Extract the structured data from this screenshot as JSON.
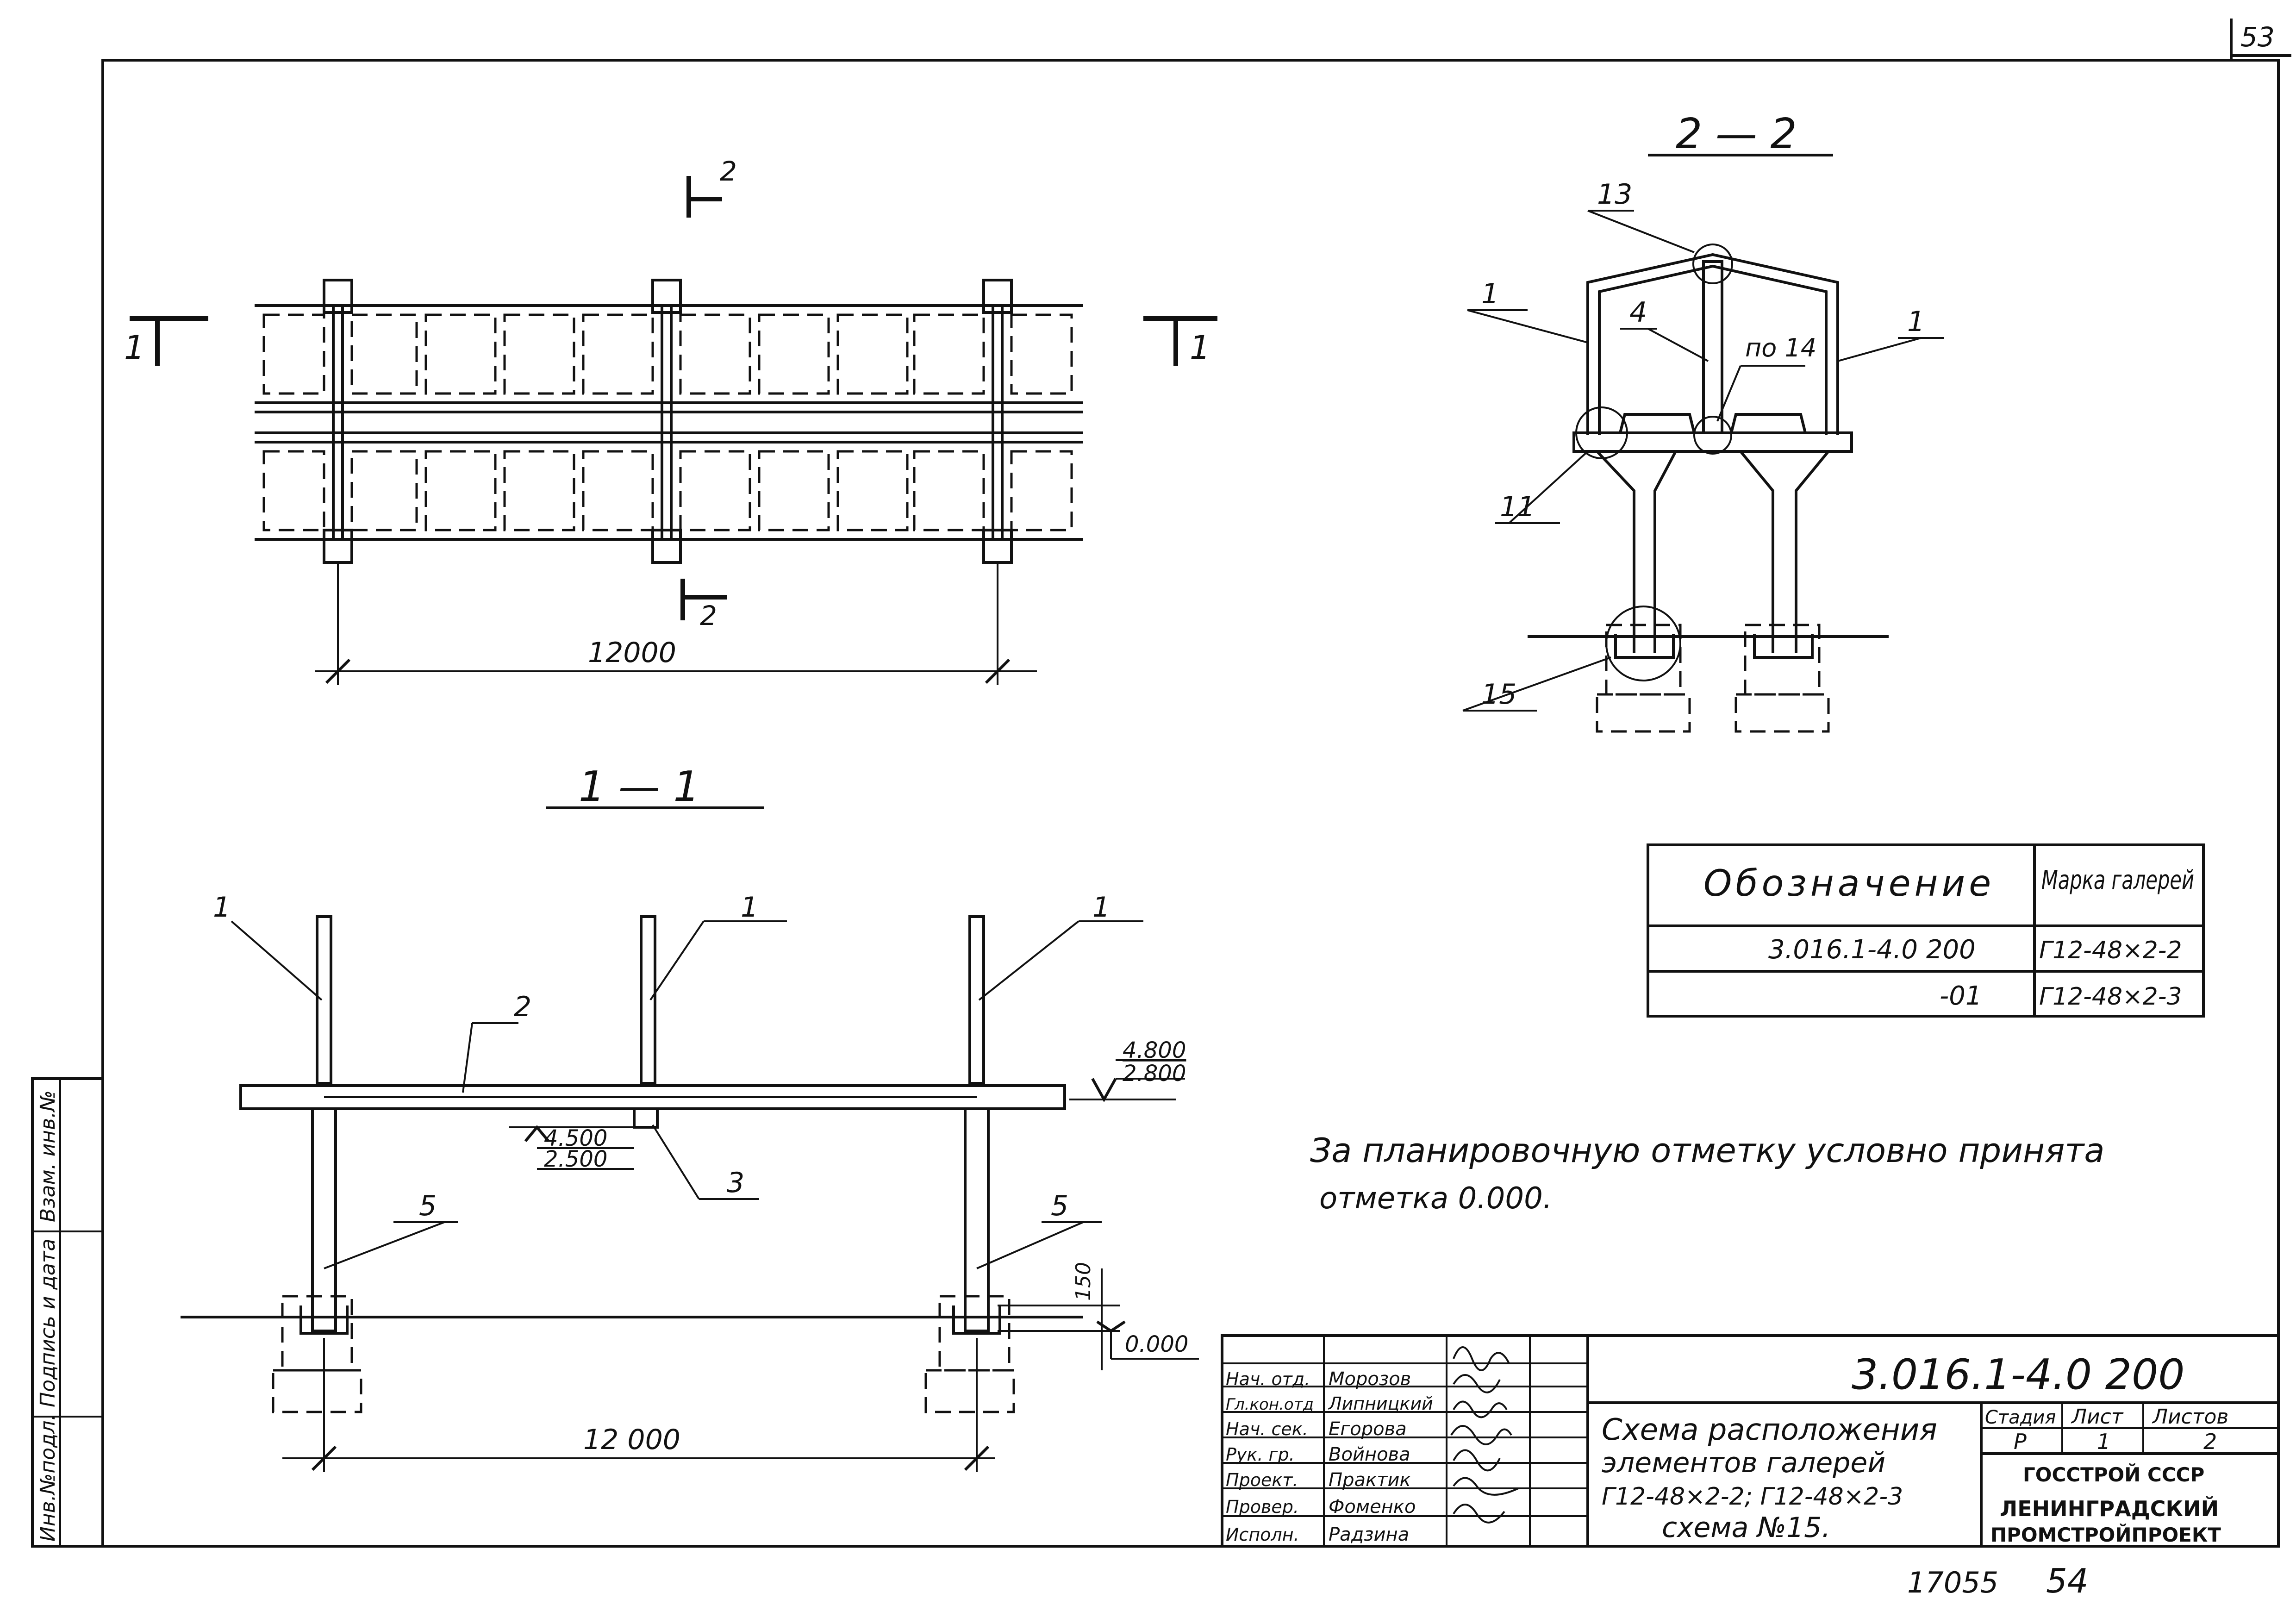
{
  "sheet": {
    "page_number": "53",
    "archive_number": "17055",
    "page_number_bottom": "54"
  },
  "plan_view": {
    "cut_label_left": "1",
    "cut_label_right": "1",
    "cut_label_top": "2",
    "cut_label_bottom": "2",
    "dimension": "12000"
  },
  "section_1_1": {
    "title": "1 — 1",
    "callouts": [
      "1",
      "1",
      "1",
      "2",
      "3",
      "5",
      "5"
    ],
    "level_top": "4.800",
    "level_top_sub": "2.800",
    "level_mid": "4.500",
    "level_mid_sub": "2.500",
    "dim_150": "150",
    "level_zero": "0.000",
    "dimension": "12 000"
  },
  "section_2_2": {
    "title": "2 — 2",
    "callouts": [
      "13",
      "1",
      "4",
      "по 14",
      "1",
      "11",
      "15"
    ]
  },
  "spec_table": {
    "headers": [
      "Обозначение",
      "Марка галерей"
    ],
    "rows": [
      {
        "designation": "3.016.1-4.0 200",
        "mark": "Г12-48×2-2"
      },
      {
        "designation": "-01",
        "mark": "Г12-48×2-3"
      }
    ]
  },
  "note": {
    "line1": "За планировочную отметку условно принята",
    "line2": "отметка 0.000."
  },
  "side_stamp": [
    "Взам. инв.№",
    "Подпись и дата",
    "Инв.№подл."
  ],
  "title_block": {
    "doc_code": "3.016.1-4.0 200",
    "roles": [
      {
        "role": "Нач. отд.",
        "name": "Морозов"
      },
      {
        "role": "Гл.кон.отд",
        "name": "Липницкий"
      },
      {
        "role": "Нач. сек.",
        "name": "Егорова"
      },
      {
        "role": "Рук. гр.",
        "name": "Войнова"
      },
      {
        "role": "Проект.",
        "name": "Практик"
      },
      {
        "role": "Провер.",
        "name": "Фоменко"
      },
      {
        "role": "Исполн.",
        "name": "Радзина"
      }
    ],
    "title_lines": [
      "Схема расположения",
      "элементов галерей",
      "Г12-48×2-2; Г12-48×2-3",
      "схема №15."
    ],
    "stage_header": "Стадия",
    "sheet_header": "Лист",
    "sheets_header": "Листов",
    "stage": "Р",
    "sheet": "1",
    "sheets": "2",
    "org_line1": "ГОССТРОЙ СССР",
    "org_line2": "ЛЕНИНГРАДСКИЙ",
    "org_line3": "ПРОМСТРОЙПРОЕКТ"
  }
}
